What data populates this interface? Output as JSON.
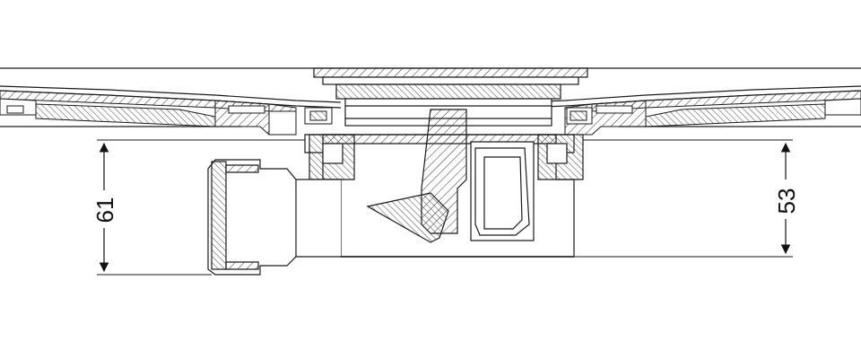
{
  "drawing": {
    "dimensions": [
      {
        "id": "left-height",
        "value": "61"
      },
      {
        "id": "right-height",
        "value": "53"
      }
    ]
  },
  "colors": {
    "line": "#1a1a1a",
    "hatch": "#333333",
    "fill_light": "#f2f2f2",
    "background": "#ffffff"
  }
}
